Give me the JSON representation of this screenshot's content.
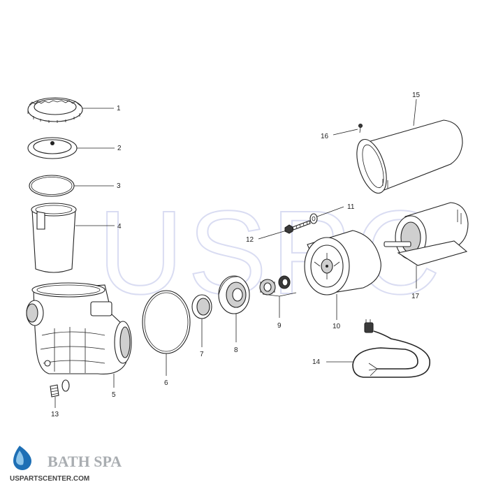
{
  "watermark": {
    "text": "USPC"
  },
  "brand": {
    "name": "BATH SPA",
    "url": "USPARTSCENTER.COM",
    "colors": {
      "drop_outer": "#1e6fb5",
      "drop_inner": "#8ec5ea",
      "name_text": "#a9adb1"
    }
  },
  "callouts": [
    "1",
    "2",
    "3",
    "4",
    "5",
    "6",
    "7",
    "8",
    "9",
    "10",
    "11",
    "12",
    "13",
    "14",
    "15",
    "16",
    "17"
  ],
  "parts": [
    {
      "id": "1",
      "icon": "lid-ring-icon"
    },
    {
      "id": "2",
      "icon": "lid-icon"
    },
    {
      "id": "3",
      "icon": "o-ring-icon"
    },
    {
      "id": "4",
      "icon": "strainer-basket-icon"
    },
    {
      "id": "5",
      "icon": "pump-housing-icon"
    },
    {
      "id": "6",
      "icon": "gasket-ring-icon"
    },
    {
      "id": "7",
      "icon": "wear-ring-icon"
    },
    {
      "id": "8",
      "icon": "diffuser-icon"
    },
    {
      "id": "9",
      "icon": "seal-assembly-icon"
    },
    {
      "id": "10",
      "icon": "seal-plate-icon"
    },
    {
      "id": "11",
      "icon": "washer-icon"
    },
    {
      "id": "12",
      "icon": "bolt-icon"
    },
    {
      "id": "13",
      "icon": "drain-plug-icon"
    },
    {
      "id": "14",
      "icon": "power-cord-icon"
    },
    {
      "id": "15",
      "icon": "motor-cover-icon"
    },
    {
      "id": "16",
      "icon": "screw-icon"
    },
    {
      "id": "17",
      "icon": "motor-icon"
    }
  ]
}
